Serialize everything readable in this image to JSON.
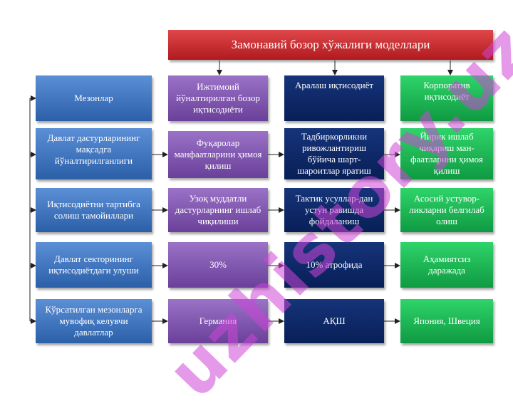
{
  "title": "Замонавий бозор хўжалиги моделлари",
  "watermark": "uzhistory.uz",
  "columns": [
    "Мезонлар",
    "Ижтимоий йўналтирилган бозор иқтисодиёти",
    "Аралаш иқтисодиёт",
    "Корпоратив иқтисодиёт"
  ],
  "rows": [
    [
      "Давлат дастурларининг мақсадга йўналтирилганлиги",
      "Фуқаролар манфаатларини ҳимоя қилиш",
      "Тадбиркорликни ривожлантириш бўйича шарт-шароитлар яратиш",
      "Йирик ишлаб чиқариш ман-фаатларини ҳимоя қилиш"
    ],
    [
      "Иқтисодиётни тартибга солиш тамойиллари",
      "Узоқ муддатли дастурларнинг ишлаб чиқилиши",
      "Тактик усуллар-дан устун равишда фойдаланиш",
      "Асосий устувор-ликларни белгилаб олиш"
    ],
    [
      "Давлат секторининг иқтисодиётдаги улуши",
      "30%",
      "10% атрофида",
      "Аҳамиятсиз даражада"
    ],
    [
      "Кўрсатилган мезонларга мувофиқ келувчи давлатлар",
      "Германия",
      "АҚШ",
      "Япония, Швеция"
    ]
  ]
}
